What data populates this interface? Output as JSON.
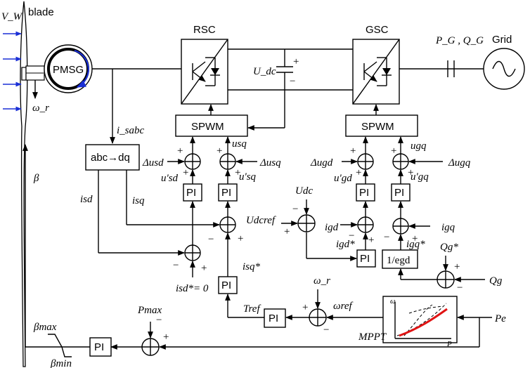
{
  "labels": {
    "vw": "V_W",
    "blade": "blade",
    "pmsg": "PMSG",
    "omega_r": "ω_r",
    "rsc": "RSC",
    "gsc": "GSC",
    "udc_cap": "U_dc",
    "pg_qg": "P_G , Q_G",
    "grid": "Grid",
    "i_sabc": "i_sabc",
    "beta": "β",
    "abc_dq": "abc→dq",
    "spwm_left": "SPWM",
    "spwm_right": "SPWM",
    "delta_usd": "Δusd",
    "usq": "usq",
    "delta_usq": "Δusq",
    "u_prime_sd": "u'sd",
    "u_prime_sq": "u'sq",
    "delta_ugd": "Δugd",
    "ugq": "ugq",
    "delta_ugq": "Δugq",
    "u_prime_gd": "u'gd",
    "u_prime_gq": "u'gq",
    "isd": "isd",
    "isq": "isq",
    "isq_star": "isq*",
    "isd_star": "isd*= 0",
    "udc": "Udc",
    "udcref": "Udcref",
    "igd": "igd",
    "igd_star": "igd*",
    "igq": "igq",
    "igq_star": "igq*",
    "one_over_egd": "1/egd",
    "qg_star": "Qg*",
    "qg": "Qg",
    "omega_r2": "ω_r",
    "omega_ref": "ωref",
    "t_ref": "Tref",
    "mppt": "MPPT",
    "pe": "Pe",
    "pmax": "Pmax",
    "beta_max": "βmax",
    "beta_min": "βmin",
    "pi": "PI",
    "plus": "+",
    "minus": "−",
    "mppt_axis_w": "ω",
    "mppt_axis_p": "P"
  }
}
